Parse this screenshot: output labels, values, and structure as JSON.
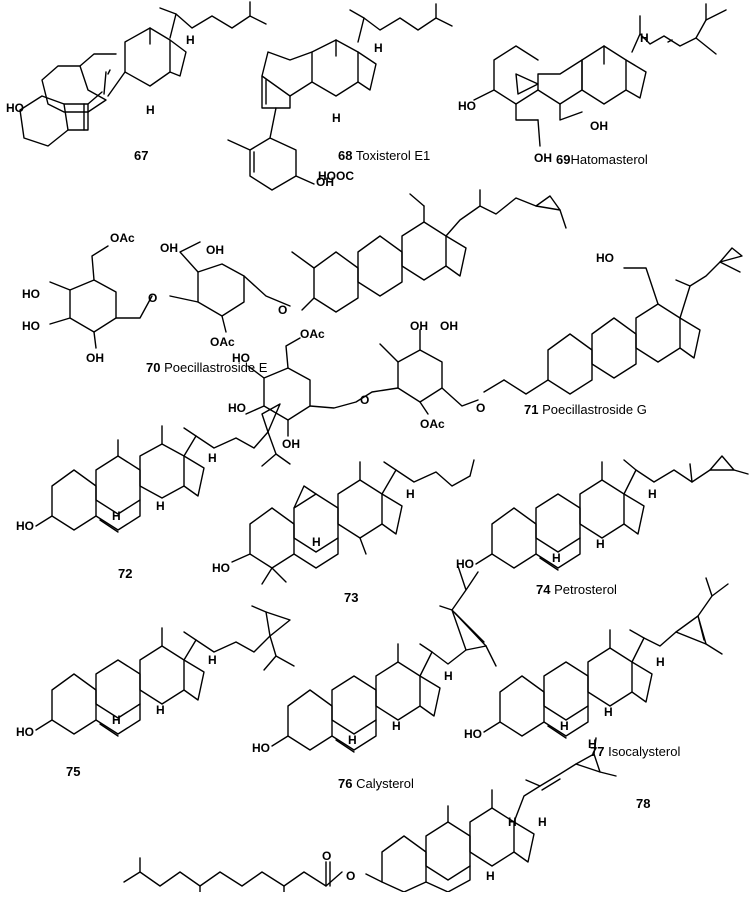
{
  "figure": {
    "compounds": [
      {
        "id": "c67",
        "number": "67",
        "name": ""
      },
      {
        "id": "c68",
        "number": "68",
        "name": " Toxisterol E1"
      },
      {
        "id": "c69",
        "number": "69",
        "name": "Hatomasterol"
      },
      {
        "id": "c70",
        "number": "70",
        "name": " Poecillastroside E"
      },
      {
        "id": "c71",
        "number": "71",
        "name": " Poecillastroside G"
      },
      {
        "id": "c72",
        "number": "72",
        "name": ""
      },
      {
        "id": "c73",
        "number": "73",
        "name": ""
      },
      {
        "id": "c74",
        "number": "74",
        "name": " Petrosterol"
      },
      {
        "id": "c75",
        "number": "75",
        "name": ""
      },
      {
        "id": "c76",
        "number": "76",
        "name": " Calysterol"
      },
      {
        "id": "c77",
        "number": "77",
        "name": " Isocalysterol"
      },
      {
        "id": "c78",
        "number": "78",
        "name": ""
      }
    ],
    "atom_labels": {
      "HO": "HO",
      "OH": "OH",
      "H": "H",
      "HOOC": "HOOC",
      "OAc": "OAc",
      "O": "O"
    }
  }
}
